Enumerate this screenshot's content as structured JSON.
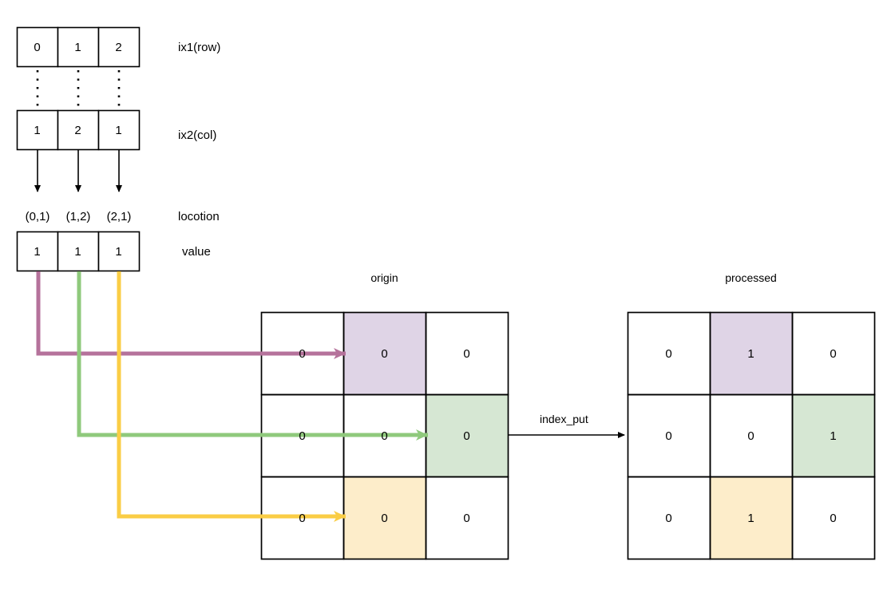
{
  "diagram": {
    "title": "index_put",
    "operation_label": "index_put",
    "colors": {
      "purple_line": "#b5729b",
      "green_line": "#8fc97c",
      "yellow_line": "#facd45",
      "purple_fill": "#dfd4e6",
      "green_fill": "#d6e7d3",
      "yellow_fill": "#fdedca",
      "stroke": "#000000"
    },
    "index_rows": [
      {
        "name": "ix1",
        "label": "ix1(row)",
        "values": [
          "0",
          "1",
          "2"
        ]
      },
      {
        "name": "ix2",
        "label": "ix2(col)",
        "values": [
          "1",
          "2",
          "1"
        ]
      }
    ],
    "location_label": "locotion",
    "locations": [
      "(0,1)",
      "(1,2)",
      "(2,1)"
    ],
    "value_label": "value",
    "values": [
      "1",
      "1",
      "1"
    ],
    "matrices": [
      {
        "name": "origin",
        "title": "origin",
        "rows": [
          [
            "0",
            "0",
            "0"
          ],
          [
            "0",
            "0",
            "0"
          ],
          [
            "0",
            "0",
            "0"
          ]
        ],
        "highlights": [
          {
            "row": 0,
            "col": 1,
            "color": "purple"
          },
          {
            "row": 1,
            "col": 2,
            "color": "green"
          },
          {
            "row": 2,
            "col": 1,
            "color": "yellow"
          }
        ]
      },
      {
        "name": "processed",
        "title": "processed",
        "rows": [
          [
            "0",
            "1",
            "0"
          ],
          [
            "0",
            "0",
            "1"
          ],
          [
            "0",
            "1",
            "0"
          ]
        ],
        "highlights": [
          {
            "row": 0,
            "col": 1,
            "color": "purple"
          },
          {
            "row": 1,
            "col": 2,
            "color": "green"
          },
          {
            "row": 2,
            "col": 1,
            "color": "yellow"
          }
        ]
      }
    ]
  }
}
